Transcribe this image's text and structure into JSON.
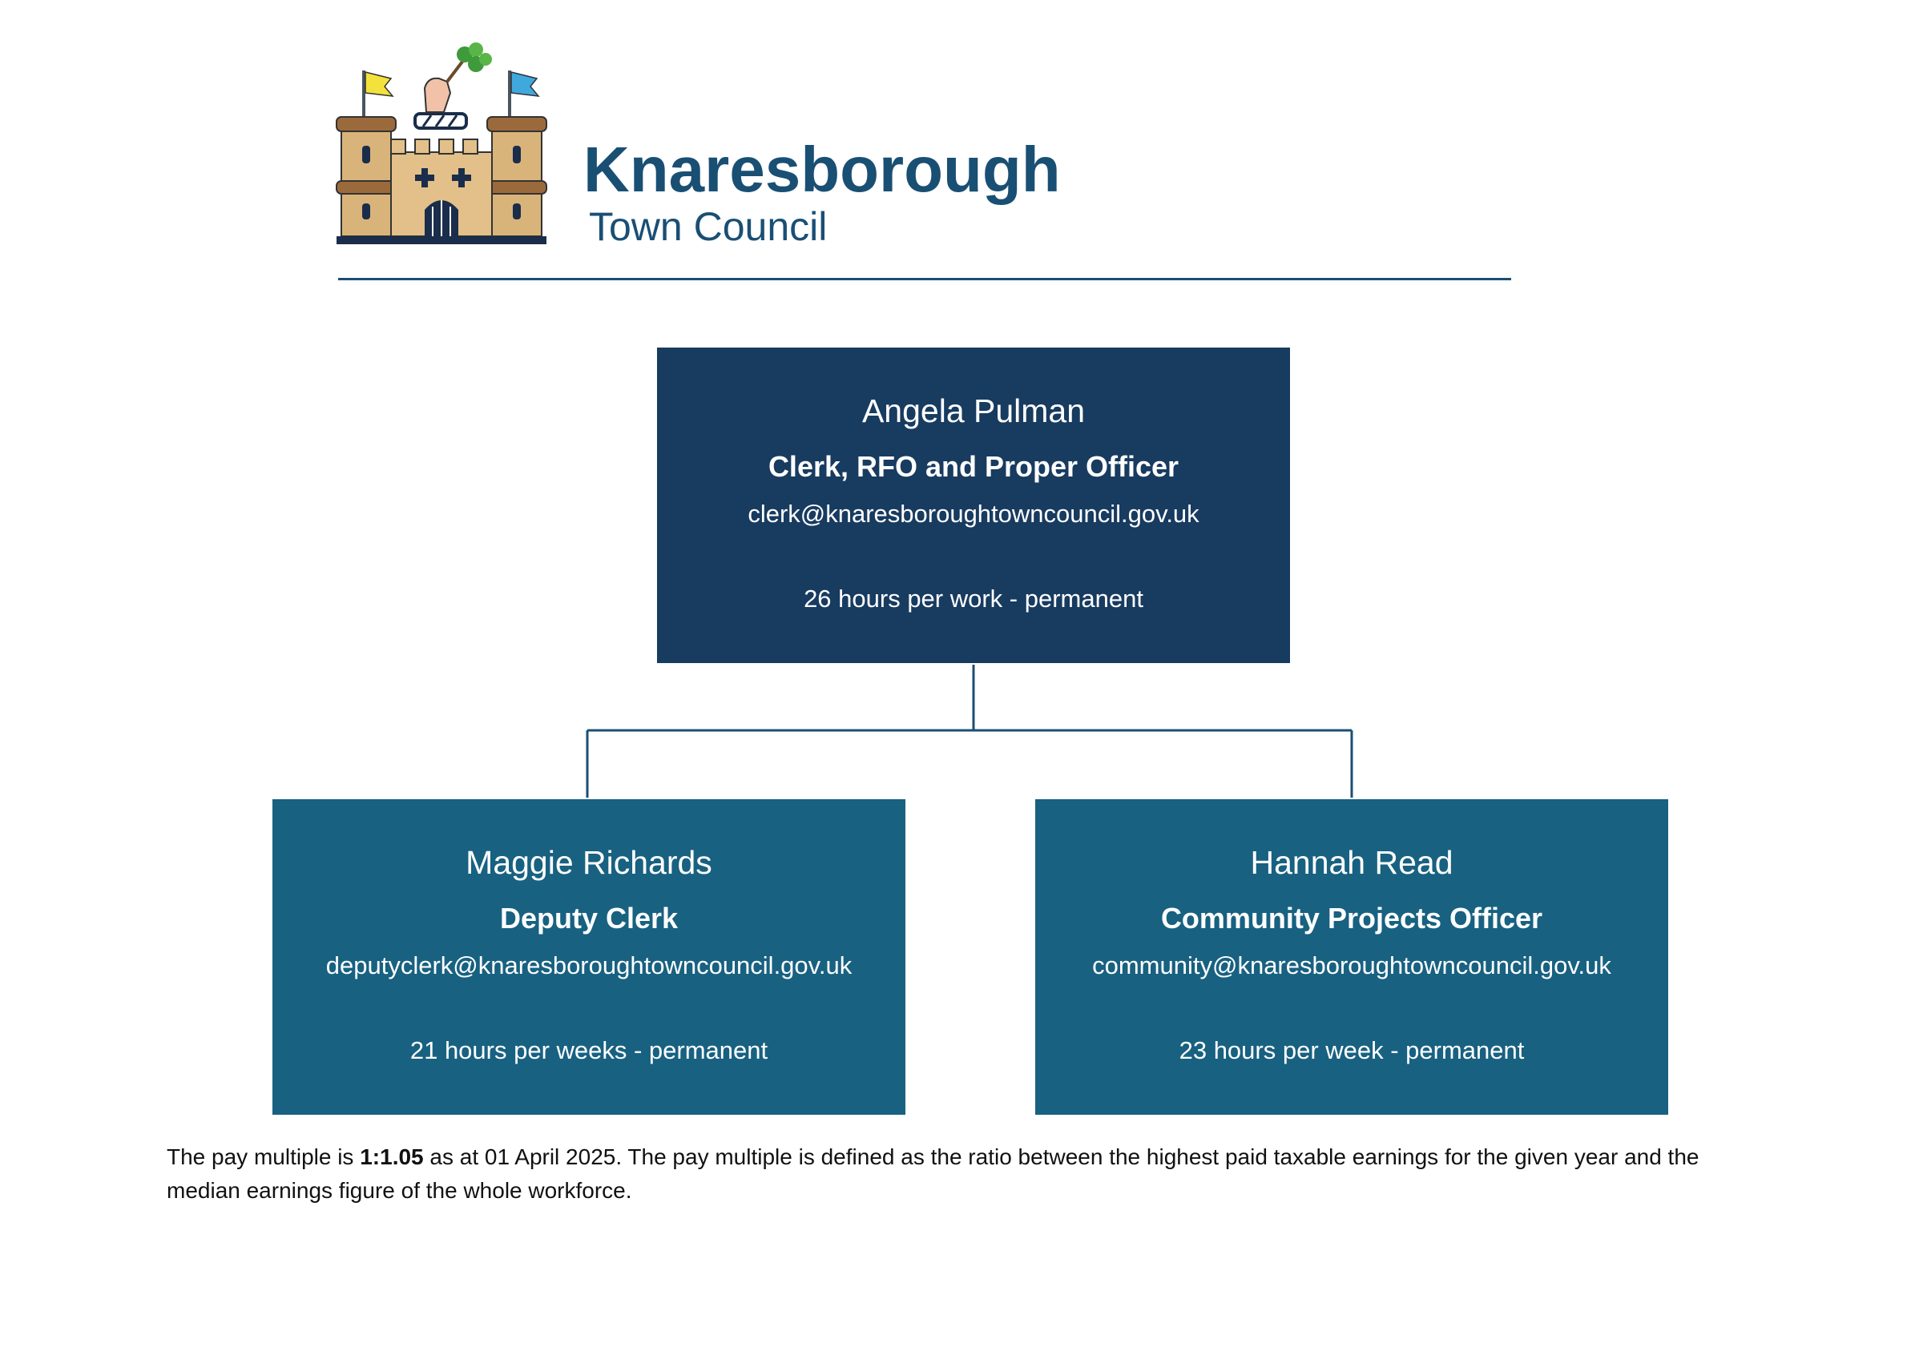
{
  "header": {
    "org_name": "Knaresborough",
    "org_subtitle": "Town Council"
  },
  "org_chart": {
    "top": {
      "name": "Angela Pulman",
      "role": "Clerk, RFO and Proper Officer",
      "email": "clerk@knaresboroughtowncouncil.gov.uk",
      "hours": "26 hours per work - permanent"
    },
    "children": [
      {
        "name": "Maggie Richards",
        "role": "Deputy Clerk",
        "email": "deputyclerk@knaresboroughtowncouncil.gov.uk",
        "hours": "21 hours per weeks - permanent"
      },
      {
        "name": "Hannah Read",
        "role": "Community Projects Officer",
        "email": "community@knaresboroughtowncouncil.gov.uk",
        "hours": "23 hours per week - permanent"
      }
    ]
  },
  "footnote": {
    "prefix": "The pay multiple is ",
    "ratio": "1:1.05",
    "suffix": " as at 01 April 2025. The pay multiple is defined as the ratio between the highest paid taxable earnings for the given year and the median earnings figure of the whole workforce."
  },
  "colors": {
    "brand": "#1a4f74",
    "top_box": "#183b60",
    "child_box": "#186181"
  }
}
